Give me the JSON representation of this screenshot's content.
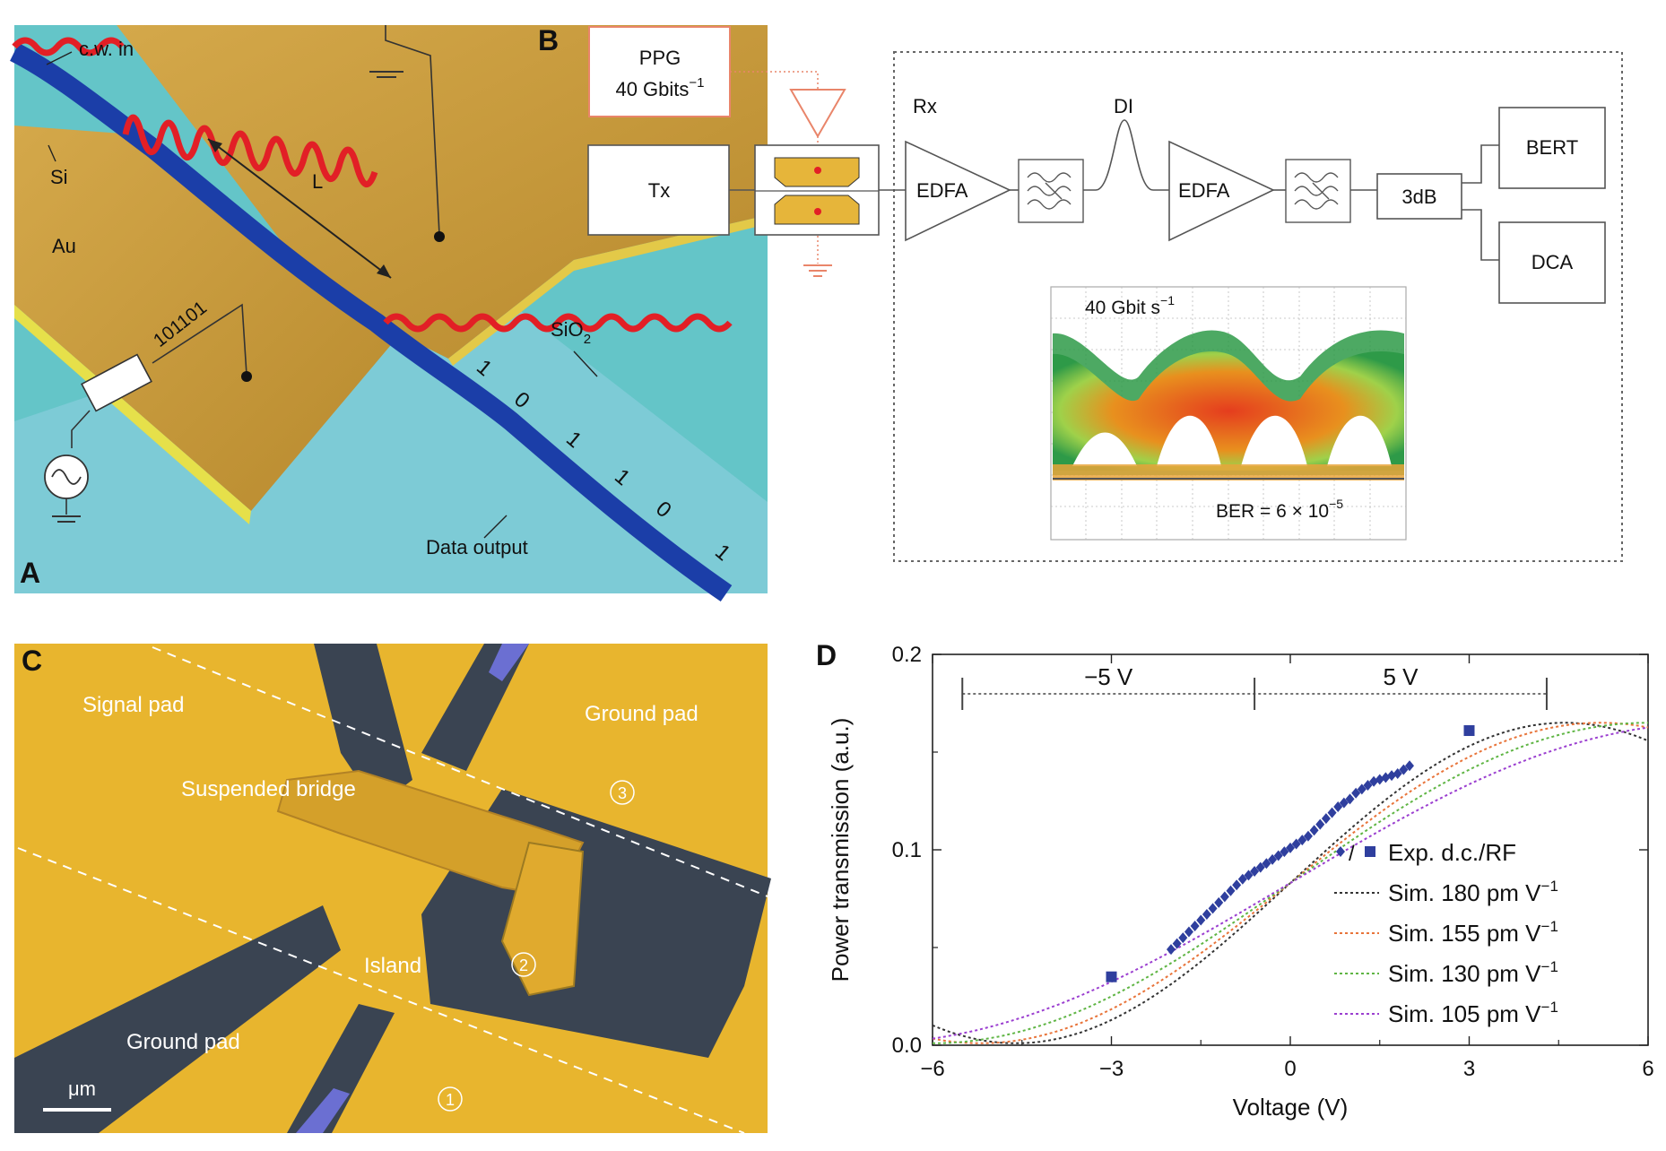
{
  "panels": {
    "a": {
      "letter": "A",
      "cw_in": "c.w. in",
      "si": "Si",
      "au": "Au",
      "length": "L",
      "bits_label": "101101",
      "sio2_main": "SiO",
      "sio2_sub": "2",
      "data_output": "Data output",
      "output_bits": [
        "1",
        "0",
        "1",
        "1",
        "0",
        "1"
      ]
    },
    "b": {
      "letter": "B",
      "ppg_line1": "PPG",
      "ppg_line2_main": "40 Gbits",
      "ppg_line2_sup": "−1",
      "tx": "Tx",
      "rx": "Rx",
      "edfa1": "EDFA",
      "di": "DI",
      "edfa2": "EDFA",
      "splitter": "3dB",
      "bert": "BERT",
      "dca": "DCA",
      "eye_rate_main": "40 Gbit s",
      "eye_rate_sup": "−1",
      "ber_main": "BER = 6 × 10",
      "ber_sup": "−5"
    },
    "c": {
      "letter": "C",
      "signal_pad": "Signal pad",
      "ground_pad_top": "Ground pad",
      "suspended_bridge": "Suspended bridge",
      "island": "Island",
      "ground_pad_bottom": "Ground pad",
      "scale_bar": "μm",
      "markers": [
        "1",
        "2",
        "3"
      ]
    },
    "d": {
      "letter": "D"
    }
  },
  "chart_data": {
    "type": "line",
    "xlabel": "Voltage (V)",
    "ylabel": "Power transmission (a.u.)",
    "xlim": [
      -6,
      6
    ],
    "ylim": [
      0,
      0.2
    ],
    "xticks": [
      -6,
      -3,
      0,
      3,
      6
    ],
    "xtick_labels": [
      "−6",
      "−3",
      "0",
      "3",
      "6"
    ],
    "yticks": [
      0.0,
      0.1,
      0.2
    ],
    "ytick_labels": [
      "0.0",
      "0.1",
      "0.2"
    ],
    "legend_position": "lower-right",
    "range_annotation": {
      "neg_label": "−5 V",
      "pos_label": "5 V",
      "start": -5.5,
      "mid": -0.6,
      "end": 4.3
    },
    "experiment": {
      "legend_prefix": "♦/",
      "legend_label": "Exp. d.c./RF",
      "color": "#2f3f9e",
      "dc_x": [
        -2.0,
        -1.9,
        -1.8,
        -1.7,
        -1.6,
        -1.5,
        -1.4,
        -1.3,
        -1.2,
        -1.1,
        -1.0,
        -0.9,
        -0.8,
        -0.7,
        -0.6,
        -0.5,
        -0.4,
        -0.3,
        -0.2,
        -0.1,
        0.0,
        0.1,
        0.2,
        0.3,
        0.4,
        0.5,
        0.6,
        0.7,
        0.8,
        0.9,
        1.0,
        1.1,
        1.2,
        1.3,
        1.4,
        1.5,
        1.6,
        1.7,
        1.8,
        1.9,
        2.0
      ],
      "dc_y": [
        0.049,
        0.052,
        0.055,
        0.058,
        0.061,
        0.064,
        0.067,
        0.07,
        0.073,
        0.076,
        0.079,
        0.082,
        0.085,
        0.087,
        0.089,
        0.091,
        0.093,
        0.095,
        0.097,
        0.099,
        0.101,
        0.103,
        0.105,
        0.107,
        0.11,
        0.113,
        0.116,
        0.119,
        0.122,
        0.124,
        0.126,
        0.129,
        0.131,
        0.133,
        0.135,
        0.136,
        0.137,
        0.138,
        0.139,
        0.141,
        0.143
      ],
      "rf_x": [
        -3.0,
        3.0
      ],
      "rf_y": [
        0.035,
        0.161
      ]
    },
    "series": [
      {
        "name": "Sim. 180 pm V",
        "name_sup": "−1",
        "color": "#333333",
        "x0": 4.6,
        "amp": 0.082,
        "base": 0.083
      },
      {
        "name": "Sim. 155 pm V",
        "name_sup": "−1",
        "color": "#e8743a",
        "x0": 5.2,
        "amp": 0.082,
        "base": 0.083
      },
      {
        "name": "Sim. 130 pm V",
        "name_sup": "−1",
        "color": "#5fb544",
        "x0": 6.0,
        "amp": 0.082,
        "base": 0.083
      },
      {
        "name": "Sim. 105 pm V",
        "name_sup": "−1",
        "color": "#9b3fd0",
        "x0": 7.1,
        "amp": 0.082,
        "base": 0.083
      }
    ]
  }
}
